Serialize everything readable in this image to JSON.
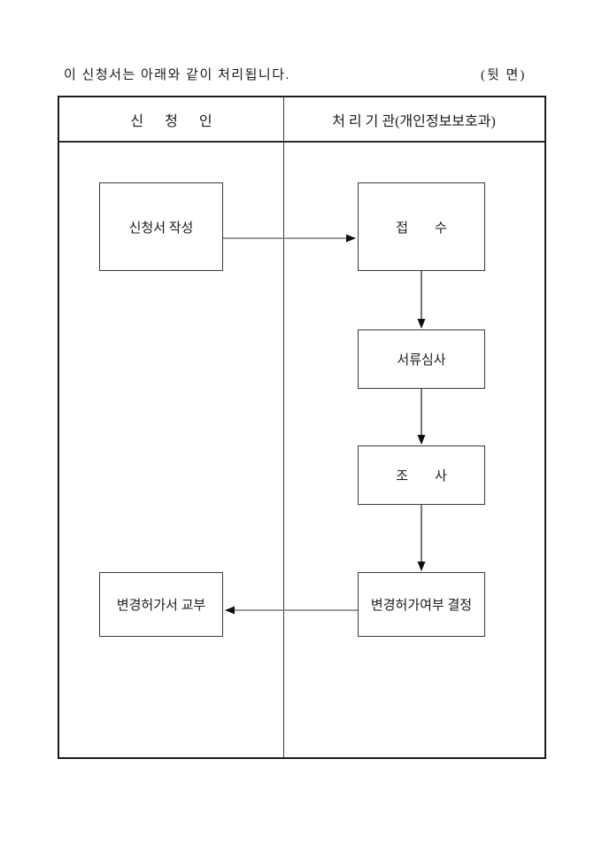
{
  "page": {
    "top_note": "이 신청서는 아래와 같이 처리됩니다.",
    "side_label": "(뒷 면)"
  },
  "table": {
    "header": {
      "applicant_column": "신      청      인",
      "agency_column": "처 리 기 관(개인정보보호과)"
    }
  },
  "flowchart": {
    "nodes": [
      {
        "id": "write-application",
        "label": "신청서 작성",
        "column": "applicant"
      },
      {
        "id": "receipt",
        "label": "접        수",
        "column": "agency"
      },
      {
        "id": "document-review",
        "label": "서류심사",
        "column": "agency"
      },
      {
        "id": "investigation",
        "label": "조        사",
        "column": "agency"
      },
      {
        "id": "decision",
        "label": "변경허가여부 결정",
        "column": "agency"
      },
      {
        "id": "issue-permit",
        "label": "변경허가서 교부",
        "column": "applicant"
      }
    ],
    "edges": [
      {
        "from": "write-application",
        "to": "receipt",
        "direction": "right"
      },
      {
        "from": "receipt",
        "to": "document-review",
        "direction": "down"
      },
      {
        "from": "document-review",
        "to": "investigation",
        "direction": "down"
      },
      {
        "from": "investigation",
        "to": "decision",
        "direction": "down"
      },
      {
        "from": "decision",
        "to": "issue-permit",
        "direction": "left"
      }
    ]
  },
  "colors": {
    "background": "#ffffff",
    "text": "#1a1a1a",
    "table_border": "#1c1c1c",
    "box_border": "#3a3a3a",
    "horizontal_arrow_line": "#7a7a7a",
    "vertical_arrow_line": "#3c3c3c",
    "arrowhead": "#101010"
  }
}
